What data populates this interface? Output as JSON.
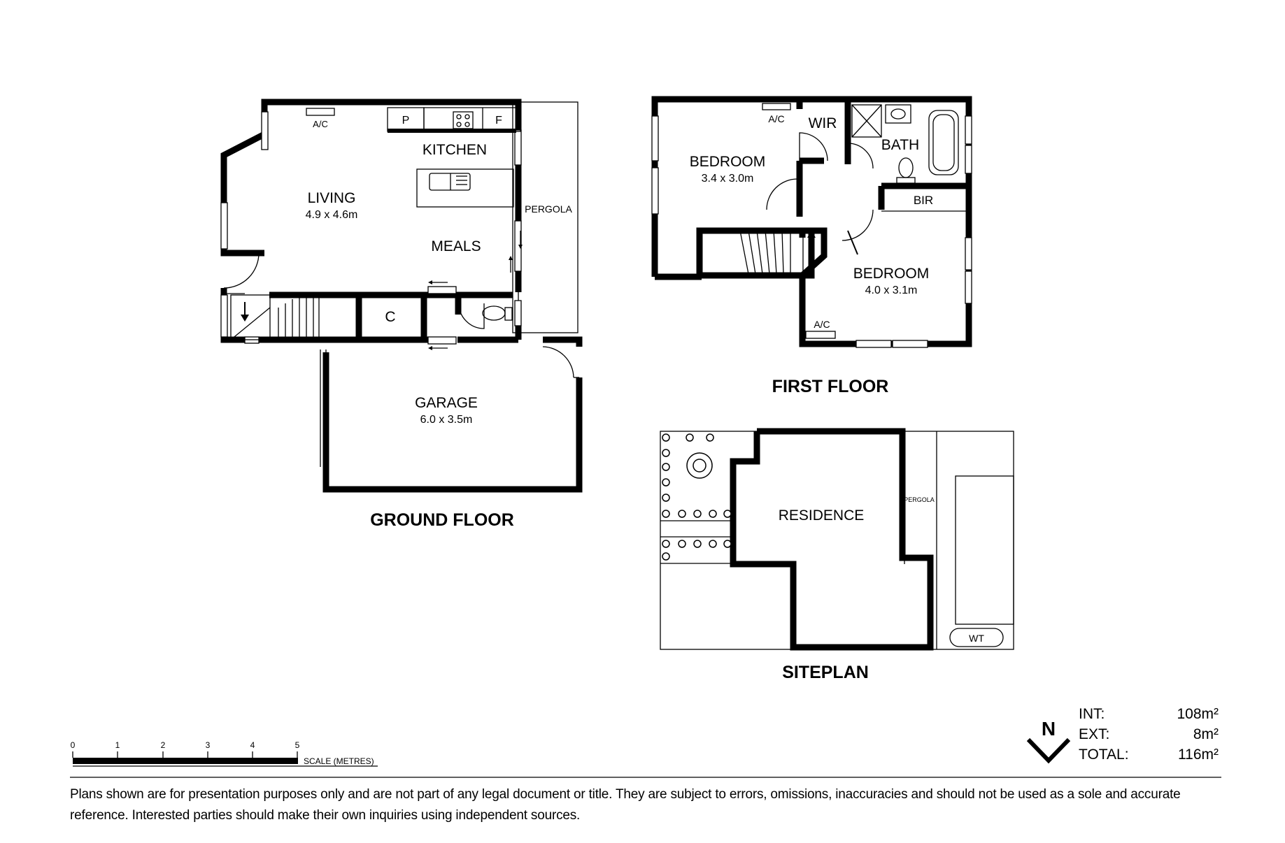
{
  "ground_floor": {
    "title": "GROUND FLOOR",
    "rooms": {
      "living": {
        "name": "LIVING",
        "size": "4.9 x 4.6m"
      },
      "kitchen": {
        "name": "KITCHEN"
      },
      "meals": {
        "name": "MEALS"
      },
      "garage": {
        "name": "GARAGE",
        "size": "6.0 x 3.5m"
      },
      "pergola": {
        "name": "PERGOLA"
      },
      "cupboard": {
        "name": "C"
      },
      "pantry": {
        "name": "P"
      },
      "fridge": {
        "name": "F"
      }
    },
    "ac": "A/C"
  },
  "first_floor": {
    "title": "FIRST FLOOR",
    "rooms": {
      "bedroom1": {
        "name": "BEDROOM",
        "size": "3.4 x 3.0m"
      },
      "bedroom2": {
        "name": "BEDROOM",
        "size": "4.0 x 3.1m"
      },
      "wir": {
        "name": "WIR"
      },
      "bath": {
        "name": "BATH"
      },
      "bir": {
        "name": "BIR"
      }
    },
    "ac1": "A/C",
    "ac2": "A/C"
  },
  "siteplan": {
    "title": "SITEPLAN",
    "residence": "RESIDENCE",
    "pergola": "PERGOLA",
    "wt": "WT"
  },
  "scale": {
    "ticks": [
      "0",
      "1",
      "2",
      "3",
      "4",
      "5"
    ],
    "label": "SCALE (METRES)"
  },
  "north": "N",
  "areas": [
    {
      "label": "INT:",
      "value": "108m²"
    },
    {
      "label": "EXT:",
      "value": "8m²"
    },
    {
      "label": "TOTAL:",
      "value": "116m²"
    }
  ],
  "disclaimer": "Plans shown are for presentation purposes only and are not part of any legal document or title. They are subject to errors, omissions, inaccuracies and should not be used as a sole and accurate reference. Interested parties should make their own inquiries using independent sources."
}
